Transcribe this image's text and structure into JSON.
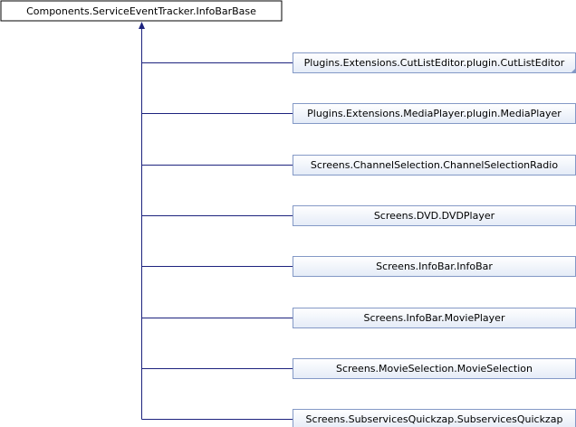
{
  "base": {
    "label": "Components.ServiceEventTracker.InfoBarBase"
  },
  "derived": [
    {
      "label": "Plugins.Extensions.CutListEditor.plugin.CutListEditor",
      "truncated": true
    },
    {
      "label": "Plugins.Extensions.MediaPlayer.plugin.MediaPlayer",
      "truncated": false
    },
    {
      "label": "Screens.ChannelSelection.ChannelSelectionRadio",
      "truncated": false
    },
    {
      "label": "Screens.DVD.DVDPlayer",
      "truncated": false
    },
    {
      "label": "Screens.InfoBar.InfoBar",
      "truncated": false
    },
    {
      "label": "Screens.InfoBar.MoviePlayer",
      "truncated": false
    },
    {
      "label": "Screens.MovieSelection.MovieSelection",
      "truncated": false
    },
    {
      "label": "Screens.SubservicesQuickzap.SubservicesQuickzap",
      "truncated": false
    }
  ],
  "colors": {
    "base_fill": "#ffffff",
    "base_border": "#000000",
    "derived_fill_top": "#ffffff",
    "derived_fill_bottom": "#e4ebf7",
    "derived_border": "#8499c6",
    "edge": "#1d237e",
    "corner_mark": "#8499c6"
  }
}
